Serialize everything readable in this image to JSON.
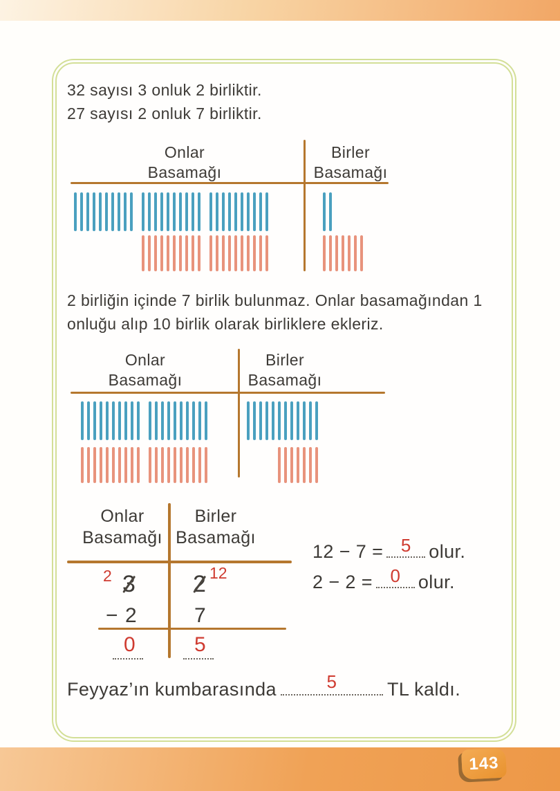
{
  "colors": {
    "blue_stick": "#4aa0bf",
    "orange_stick": "#e8937c",
    "table_line": "#b5772e",
    "answer_red": "#cf3b30",
    "text": "#3d3a36",
    "border_green": "#d3df97",
    "badge_orange": "#e8922e"
  },
  "intro": {
    "line1": "32 sayısı 3 onluk 2 birliktir.",
    "line2": "27 sayısı 2 onluk 7 birliktir."
  },
  "table1": {
    "tens_header": "Onlar Basamağı",
    "ones_header": "Birler Basamağı",
    "blue_row": {
      "tens_groups": [
        10,
        10,
        10
      ],
      "ones_sticks": 2
    },
    "orange_row": {
      "tens_groups": [
        10,
        10
      ],
      "ones_sticks": 7
    }
  },
  "explanation": "2 birliğin içinde 7 birlik bulunmaz. Onlar basamağından 1 onluğu alıp 10 birlik olarak birliklere ekleriz.",
  "table2": {
    "tens_header": "Onlar Basamağı",
    "ones_header": "Birler Basamağı",
    "blue_row": {
      "tens_groups": [
        10,
        10
      ],
      "ones_sticks": 12
    },
    "orange_row": {
      "tens_groups": [
        10,
        10
      ],
      "ones_sticks": 7
    }
  },
  "subtraction": {
    "tens_header": "Onlar Basamağı",
    "ones_header": "Birler Basamağı",
    "carry_tens": "2",
    "minuend_tens": "3",
    "minuend_ones": "2",
    "carry_ones": "12",
    "minus_sign": "−",
    "subtrahend_tens": "2",
    "subtrahend_ones": "7",
    "result_tens": "0",
    "result_ones": "5"
  },
  "equations": [
    {
      "expression": "12 − 7 =",
      "answer": "5",
      "suffix": "olur."
    },
    {
      "expression": "2 − 2 =",
      "answer": "0",
      "suffix": "olur."
    }
  ],
  "conclusion": {
    "prefix": "Feyyaz’ın kumbarasında",
    "answer": "5",
    "suffix": "TL kaldı."
  },
  "page_number": "143"
}
